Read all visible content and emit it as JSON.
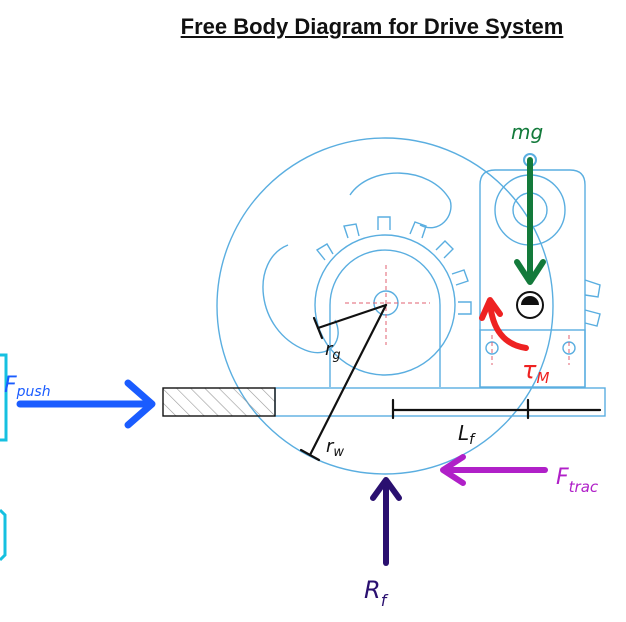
{
  "title": "Free Body Diagram for Drive System",
  "labels": {
    "f_push": "F",
    "f_push_sub": "push",
    "mg": "mg",
    "tau_m": "τ",
    "tau_m_sub": "M",
    "r_g": "r",
    "r_g_sub": "g",
    "r_w": "r",
    "r_w_sub": "w",
    "l_f": "L",
    "l_f_sub": "f",
    "f_trac": "F",
    "f_trac_sub": "trac",
    "r_f": "R",
    "r_f_sub": "f"
  },
  "colors": {
    "f_push": "#1a5cff",
    "mg": "#137a3b",
    "tau_m": "#ee2222",
    "f_trac": "#b020c8",
    "r_f": "#2a1070",
    "mechanism": "#5aaee0",
    "ink": "#111111"
  }
}
